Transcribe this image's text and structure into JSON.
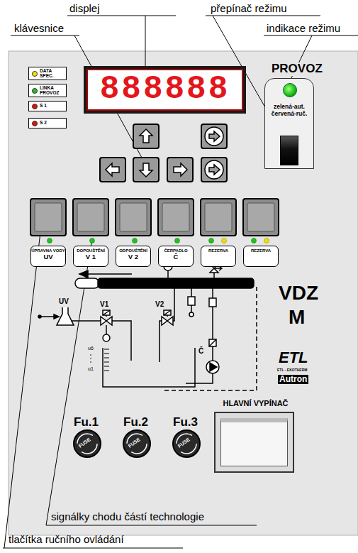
{
  "diagram": {
    "nodes": [
      {
        "text": [
          "DATA SPEC."
        ]
      },
      {
        "text": [
          "LINKA PROVOZ"
        ]
      },
      {
        "text": [
          "S 1"
        ]
      },
      {
        "text": [
          "S 2"
        ]
      },
      {
        "text": [
          "888888"
        ]
      },
      {
        "text": [
          "zelená-aut.",
          "červená-ruč."
        ]
      },
      {
        "text": [
          "ÚPRAVNA VODY",
          "UV"
        ]
      },
      {
        "text": [
          "DOPOUŠTĚNÍ",
          "V 1"
        ]
      },
      {
        "text": [
          "ODPOUŠTĚNÍ",
          "V 2"
        ]
      },
      {
        "text": [
          "ČERPADLO",
          "Č"
        ]
      },
      {
        "text": [
          "REZERVA"
        ]
      },
      {
        "text": [
          "REZERVA"
        ]
      },
      {
        "text": [
          "HLAVNÍ VYPÍNAČ"
        ]
      }
    ],
    "labels": [
      "displej",
      "přepínač režimu",
      "klávesnice",
      "indikace režimu",
      "PROVOZ",
      "UV",
      "V1",
      "V2",
      "u6",
      "u1",
      "Č",
      "VDZ",
      "M",
      "ETL",
      "ETL - EKOTHERM",
      "Autron",
      "Fu.1",
      "Fu.2",
      "Fu.3",
      "FUSE",
      "FUSE",
      "FUSE",
      "signálky chodu částí technologie",
      "tlačítka ručního ovládání"
    ]
  }
}
